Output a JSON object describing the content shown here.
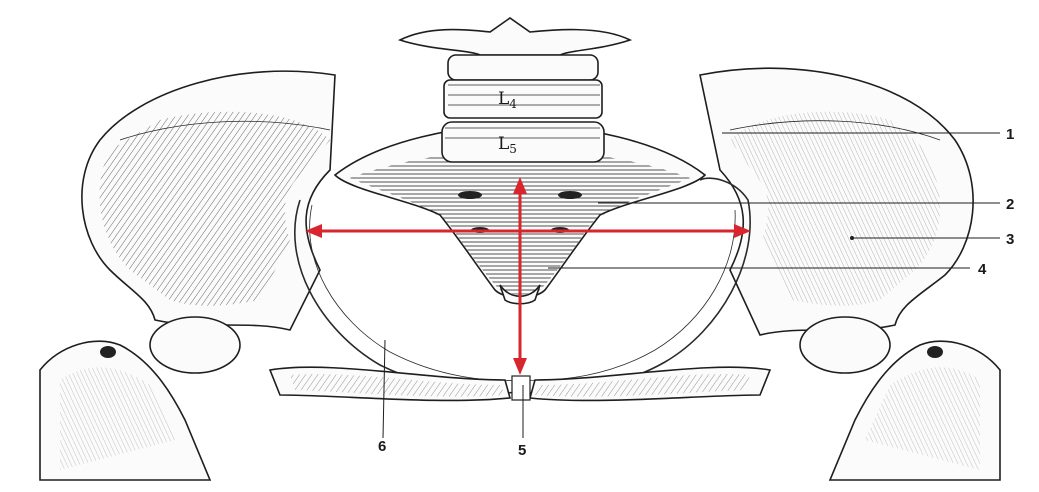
{
  "figure": {
    "vertebra_labels": [
      {
        "id": "l4",
        "letter": "L",
        "sub": "4"
      },
      {
        "id": "l5",
        "letter": "L",
        "sub": "5"
      }
    ],
    "callouts": [
      "1",
      "2",
      "3",
      "4",
      "5",
      "6"
    ]
  },
  "colors": {
    "arrow": "#d9262e",
    "ink": "#1e1e1e",
    "paper": "#ffffff"
  }
}
